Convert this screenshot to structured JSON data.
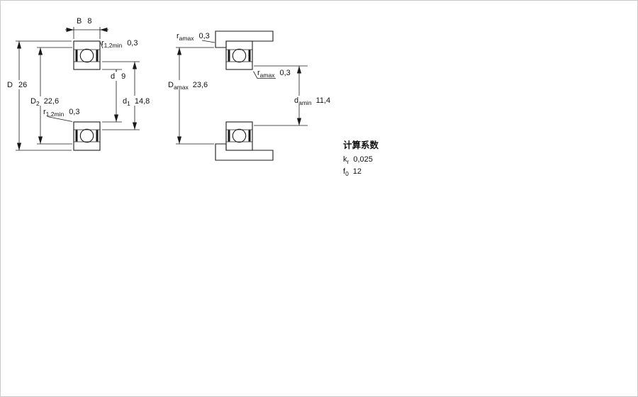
{
  "drawing": {
    "fill_color": "#a9c1d4",
    "line_color": "#1a1a1a"
  },
  "left_view": {
    "dim_B": {
      "symbol": "B",
      "value": "8"
    },
    "dim_r_top": {
      "symbol": "r",
      "sub": "1,2min",
      "value": "0,3"
    },
    "dim_D": {
      "symbol": "D",
      "value": "26"
    },
    "dim_D2": {
      "symbol": "D",
      "sub": "2",
      "value": "22,6"
    },
    "dim_r_bottom": {
      "symbol": "r",
      "sub": "1,2min",
      "value": "0,3"
    },
    "dim_d": {
      "symbol": "d",
      "value": "9"
    },
    "dim_d1": {
      "symbol": "d",
      "sub": "1",
      "value": "14,8"
    }
  },
  "right_view": {
    "dim_r_a_top": {
      "symbol": "r",
      "sub": "amax",
      "value": "0,3"
    },
    "dim_r_a_mid": {
      "symbol": "r",
      "sub": "amax",
      "value": "0,3"
    },
    "dim_D_a": {
      "symbol": "D",
      "sub": "amax",
      "value": "23,6"
    },
    "dim_d_a": {
      "symbol": "d",
      "sub": "amin",
      "value": "11,4"
    }
  },
  "calculation_factors": {
    "title": "计算系数",
    "k_r": {
      "symbol": "k",
      "sub": "r",
      "value": "0,025"
    },
    "f_0": {
      "symbol": "f",
      "sub": "0",
      "value": "12"
    }
  }
}
